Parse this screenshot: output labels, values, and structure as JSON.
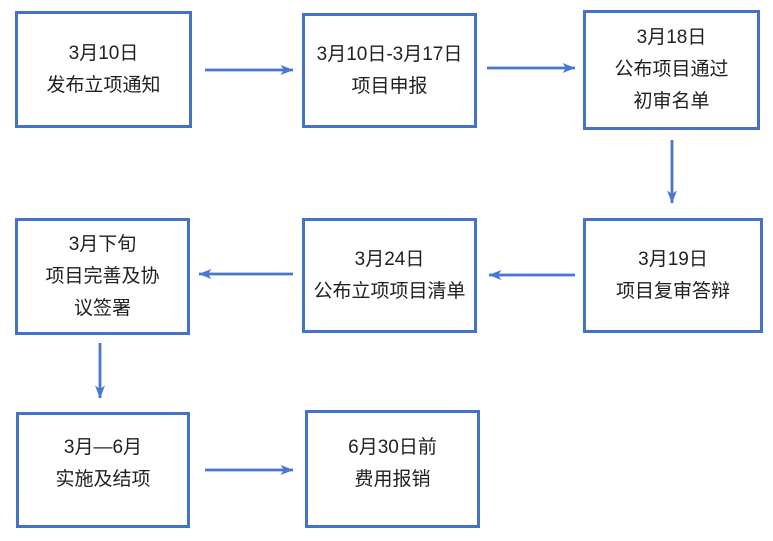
{
  "diagram": {
    "type": "flowchart",
    "colors": {
      "box_border": "#4472C4",
      "arrow": "#4877D2",
      "text": "#1F1F1F",
      "background": "#FFFFFF"
    },
    "boxes": [
      {
        "id": "step-1",
        "lines": [
          "3月10日",
          "发布立项通知"
        ]
      },
      {
        "id": "step-2",
        "lines": [
          "3月10日-3月17日",
          "项目申报"
        ]
      },
      {
        "id": "step-3",
        "lines": [
          "3月18日",
          "公布项目通过",
          "初审名单"
        ]
      },
      {
        "id": "step-4",
        "lines": [
          "3月19日",
          "项目复审答辩"
        ]
      },
      {
        "id": "step-5",
        "lines": [
          "3月24日",
          "公布立项项目清单"
        ]
      },
      {
        "id": "step-6",
        "lines": [
          "3月下旬",
          "项目完善及协",
          "议签署"
        ]
      },
      {
        "id": "step-7",
        "lines": [
          "3月—6月",
          "实施及结项"
        ]
      },
      {
        "id": "step-8",
        "lines": [
          "6月30日前",
          "费用报销"
        ]
      }
    ],
    "arrows": [
      {
        "from": "step-1",
        "to": "step-2",
        "direction": "right"
      },
      {
        "from": "step-2",
        "to": "step-3",
        "direction": "right"
      },
      {
        "from": "step-3",
        "to": "step-4",
        "direction": "down"
      },
      {
        "from": "step-4",
        "to": "step-5",
        "direction": "left"
      },
      {
        "from": "step-5",
        "to": "step-6",
        "direction": "left"
      },
      {
        "from": "step-6",
        "to": "step-7",
        "direction": "down"
      },
      {
        "from": "step-7",
        "to": "step-8",
        "direction": "right"
      }
    ]
  }
}
